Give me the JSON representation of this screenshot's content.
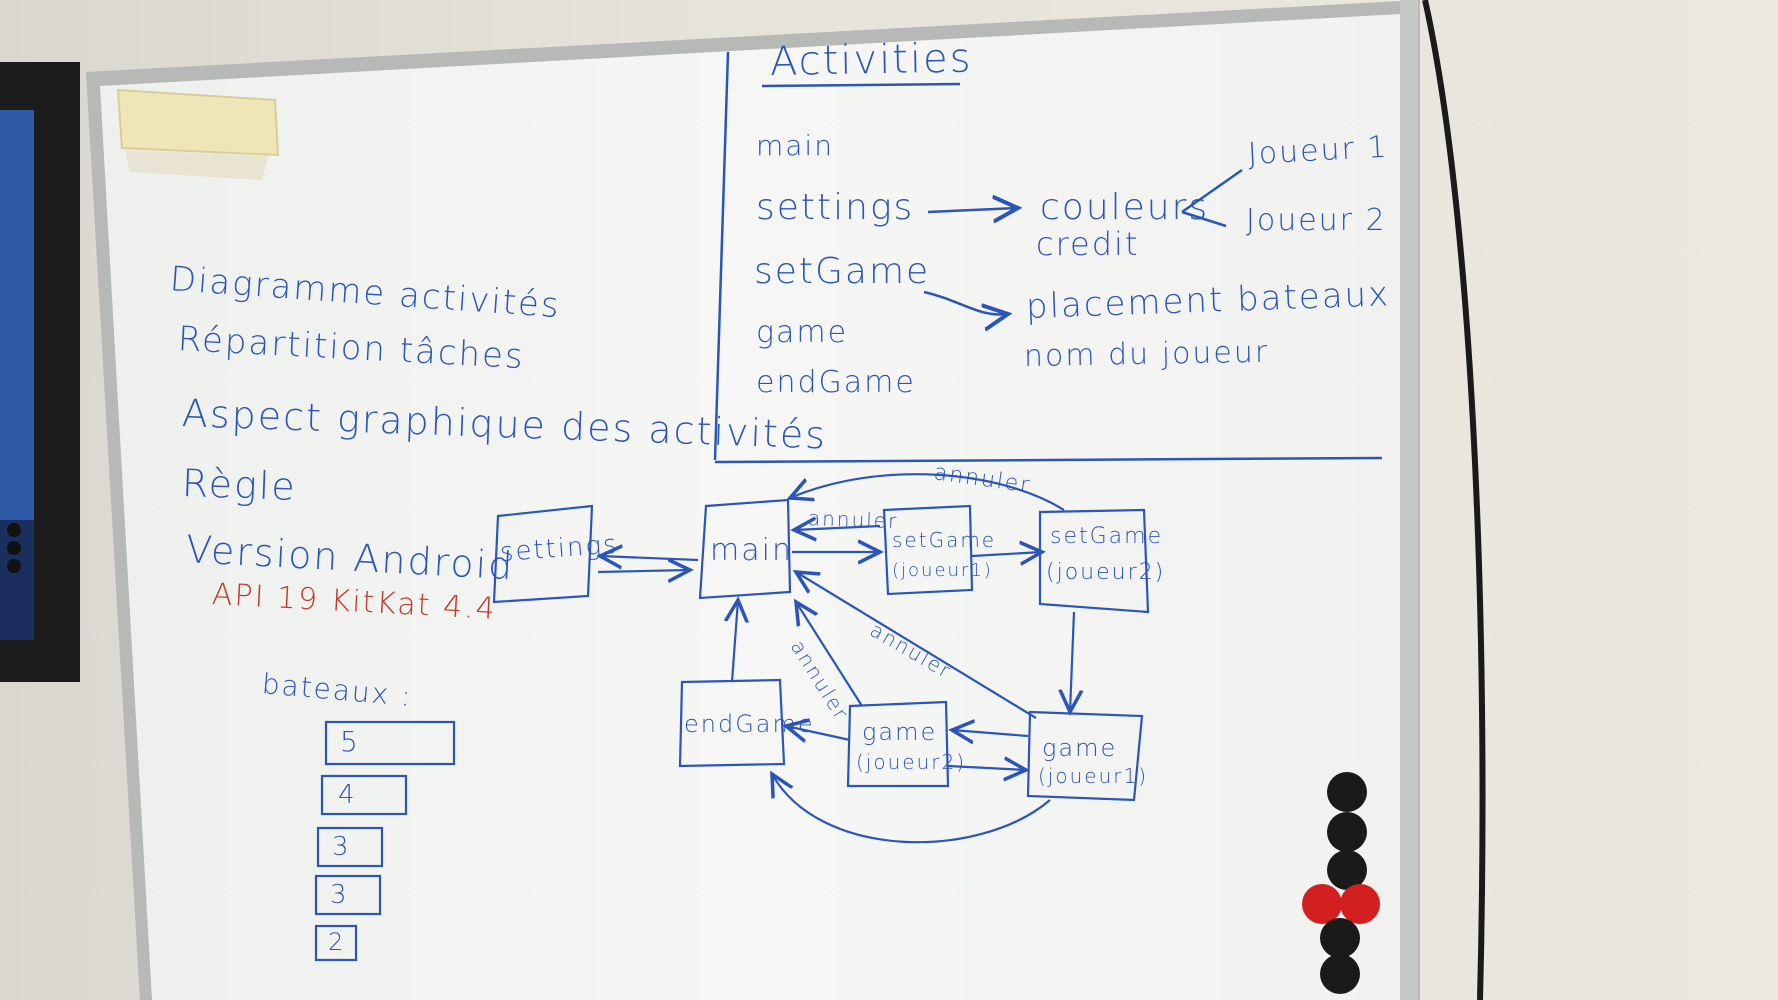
{
  "left_notes": {
    "line1": "Diagramme activités",
    "line2": "Répartition tâches",
    "line3": "Aspect graphique des activités",
    "line4": "Règle",
    "line5": "Version Android",
    "api": "API 19  KitKat 4.4"
  },
  "bateaux": {
    "label": "bateaux :",
    "sizes": [
      "5",
      "4",
      "3",
      "3",
      "2"
    ]
  },
  "activities": {
    "title": "Activities",
    "items": [
      "main",
      "settings",
      "setGame",
      "game",
      "endGame"
    ],
    "settings_arrow_target": [
      "couleurs",
      "credit"
    ],
    "couleurs_branches": [
      "Joueur 1",
      "Joueur 2"
    ],
    "setgame_arrow_target": [
      "placement bateaux",
      "nom du joueur"
    ]
  },
  "diagram": {
    "settings": "settings",
    "main": "main",
    "setgame1": [
      "setGame",
      "(joueur1)"
    ],
    "setgame2": [
      "setGame",
      "(joueur2)"
    ],
    "endgame": "endGame",
    "game2": [
      "game",
      "(joueur2)"
    ],
    "game1": [
      "game",
      "(joueur1)"
    ],
    "annuler": "annuler"
  },
  "colors": {
    "marker_blue": "#2b55b8",
    "marker_red": "#c0392b",
    "board": "#f4f5f3",
    "wall": "#e6e3da",
    "magnet_black": "#1a1a1a",
    "magnet_red": "#d22020"
  }
}
